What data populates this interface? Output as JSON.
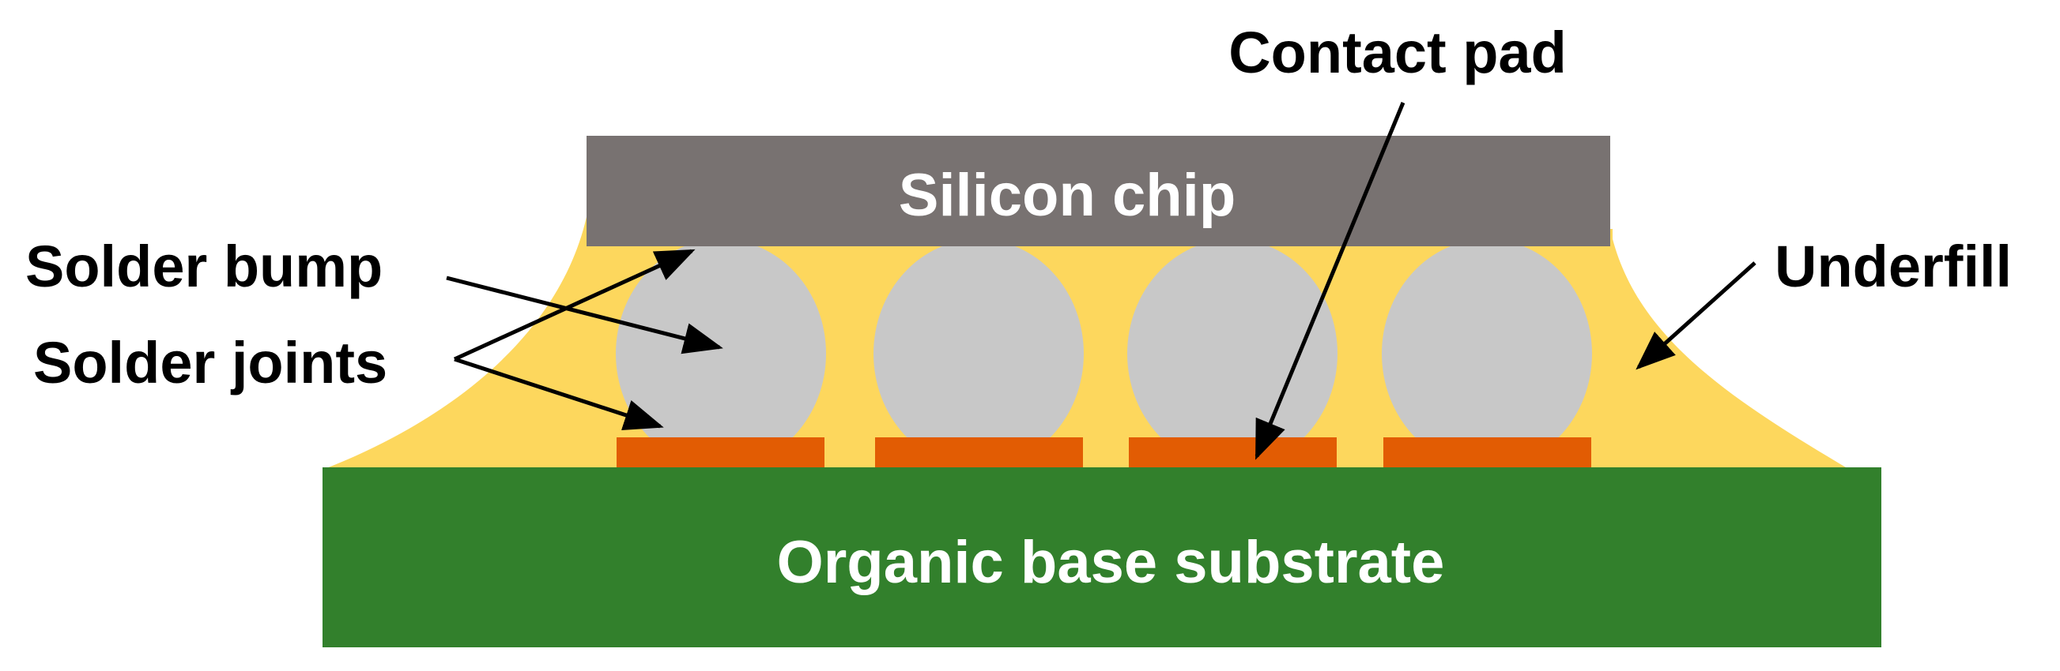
{
  "labels": {
    "contact_pad": "Contact pad",
    "silicon_chip": "Silicon chip",
    "solder_bump": "Solder bump",
    "solder_joints": "Solder joints",
    "underfill": "Underfill",
    "substrate": "Organic base substrate"
  },
  "colors": {
    "chip": "#787271",
    "underfill": "#fdd75d",
    "solder": "#c8c8c8",
    "pad": "#e25c03",
    "substrate": "#32802c",
    "arrow": "#000000",
    "label_dark": "#000000",
    "label_light": "#ffffff"
  }
}
